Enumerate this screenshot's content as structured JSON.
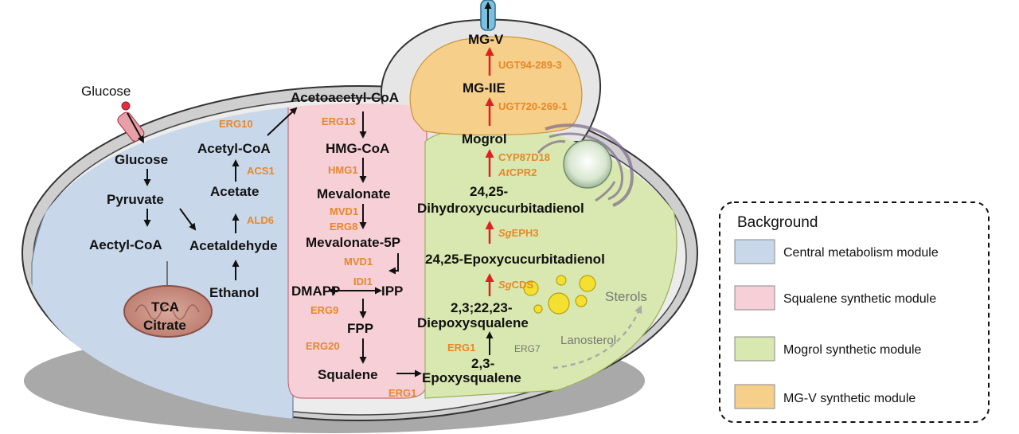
{
  "external": {
    "glucose": "Glucose"
  },
  "central": {
    "glucose": "Glucose",
    "pyruvate": "Pyruvate",
    "aectyl_coa": "Aectyl-CoA",
    "acetaldehyde": "Acetaldehyde",
    "acetate": "Acetate",
    "acetyl_coa": "Acetyl-CoA",
    "ethanol": "Ethanol",
    "tca": "TCA",
    "citrate": "Citrate",
    "enz_erg10": "ERG10",
    "enz_acs1": "ACS1",
    "enz_ald6": "ALD6"
  },
  "squalene": {
    "acetoacetyl_coa": "Acetoacetyl-CoA",
    "hmg_coa": "HMG-CoA",
    "mevalonate": "Mevalonate",
    "mevalonate_5p": "Mevalonate-5P",
    "dmapp": "DMAPP",
    "ipp": "IPP",
    "fpp": "FPP",
    "squalene": "Squalene",
    "enz_erg13": "ERG13",
    "enz_hmg1": "HMG1",
    "enz_mvd1_a": "MVD1",
    "enz_erg8": "ERG8",
    "enz_mvd1_b": "MVD1",
    "enz_idi1": "IDI1",
    "enz_erg9": "ERG9",
    "enz_erg20": "ERG20",
    "enz_erg1": "ERG1"
  },
  "mogrol": {
    "epoxysqualene_1": "2,3-",
    "epoxysqualene_2": "Epoxysqualene",
    "diepoxy_1": "2,3;22,23-",
    "diepoxy_2": "Diepoxysqualene",
    "epoxycuc": "24,25-Epoxycucurbitadienol",
    "dihydroxy_1": "24,25-",
    "dihydroxy_2": "Dihydroxycucurbitadienol",
    "mogrol": "Mogrol",
    "enz_erg1": "ERG1",
    "enz_sgcds_prefix": "Sg",
    "enz_sgcds": "CDS",
    "enz_sgeph3_prefix": "Sg",
    "enz_sgeph3": "EPH3",
    "enz_cyp": "CYP87D18",
    "enz_atcpr2_prefix": "At",
    "enz_atcpr2": "CPR2",
    "erg7": "ERG7",
    "lanosterol": "Lanosterol",
    "sterols": "Sterols"
  },
  "mgv": {
    "mg_iie": "MG-IIE",
    "mg_v": "MG-V",
    "enz_ugt720": "UGT720-269-1",
    "enz_ugt94": "UGT94-289-3"
  },
  "legend": {
    "title": "Background",
    "items": [
      {
        "label": "Central metabolism module",
        "color": "#c8d8ea"
      },
      {
        "label": "Squalene synthetic module",
        "color": "#f7cfd7"
      },
      {
        "label": "Mogrol synthetic module",
        "color": "#d9e8b0"
      },
      {
        "label": "MG-V synthetic module",
        "color": "#f6cf8a"
      }
    ]
  },
  "colors": {
    "central": "#c8d8ea",
    "squalene": "#f7cfd7",
    "mogrol": "#d9e8b0",
    "mgv": "#f6cf8a",
    "enzyme": "#e8872a",
    "arrow_red": "#e02020",
    "cell_shadow": "#9a9a9a"
  }
}
